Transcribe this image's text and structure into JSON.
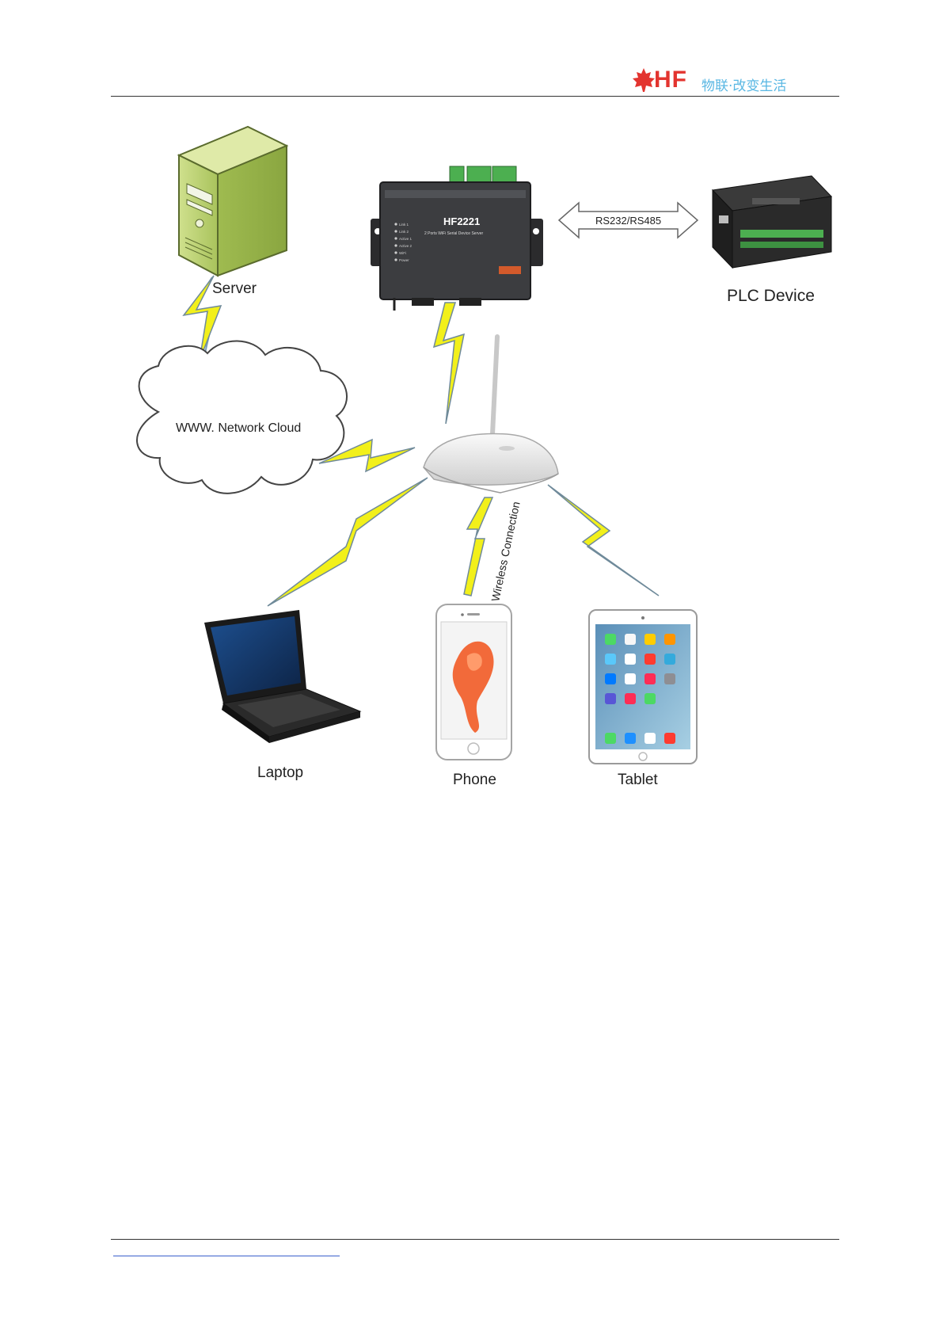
{
  "header": {
    "brand": "HF",
    "slogan": "物联·改变生活"
  },
  "diagram": {
    "labels": {
      "server": "Server",
      "plc": "PLC Device",
      "link": "RS232/RS485",
      "cloud": "WWW. Network Cloud",
      "wireless": "Wireless Connection",
      "laptop": "Laptop",
      "phone": "Phone",
      "tablet": "Tablet"
    },
    "device": {
      "model": "HF2221",
      "subtitle": "2 Ports WiFi Serial Device Server",
      "leds": [
        "Link 1",
        "Link 2",
        "Active 1",
        "Active 2",
        "WiFi",
        "Power"
      ]
    },
    "colors": {
      "bolt": "#f2f01a",
      "server": "#b6cf6f",
      "device": "#3c3d40"
    }
  }
}
